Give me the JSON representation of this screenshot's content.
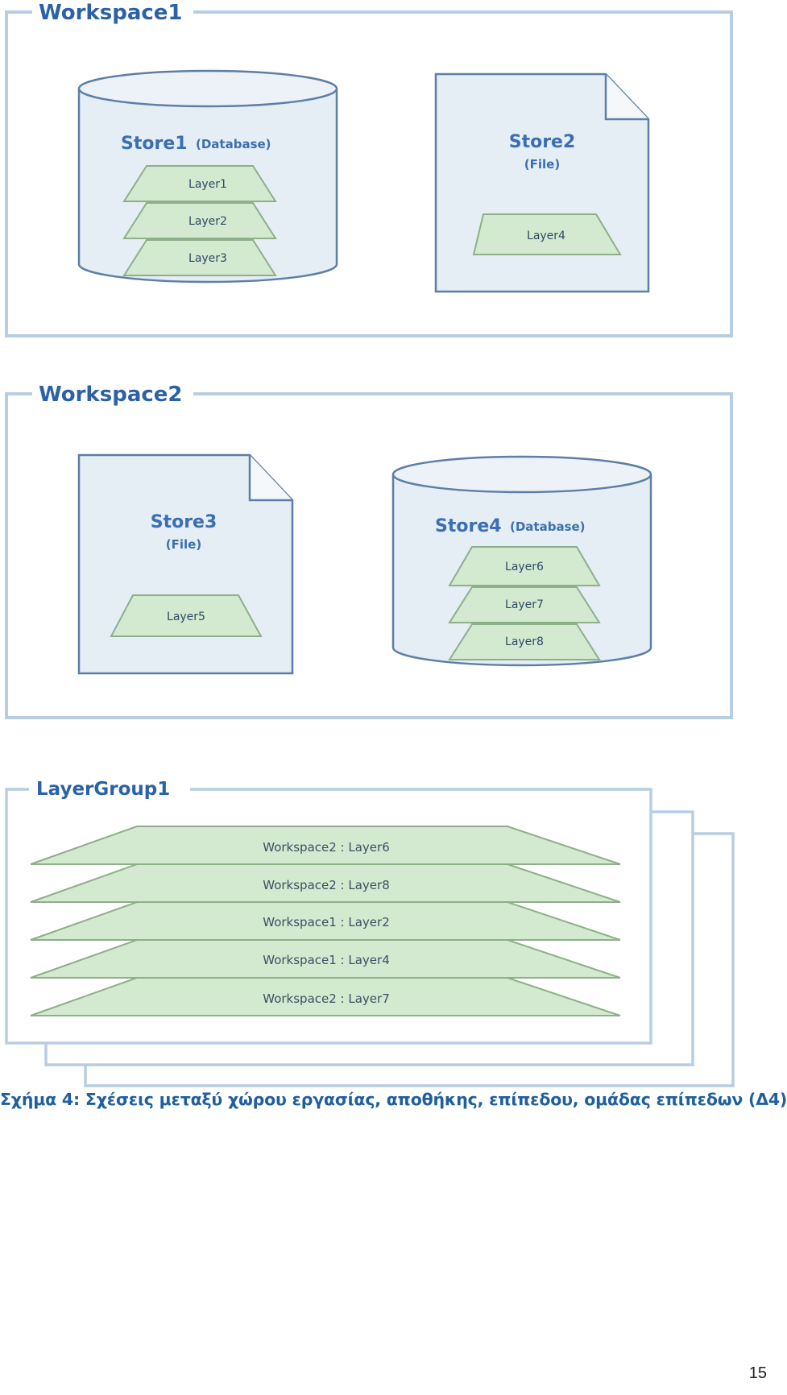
{
  "colors": {
    "frame_stroke": "#b7cde3",
    "title": "#2b62a6",
    "store_fill": "#e5edf5",
    "store_stroke": "#5d7fa6",
    "layer_fill": "#d3ead0",
    "layer_stroke": "#8fae8a",
    "caption": "#1f5f9f"
  },
  "workspaces": [
    {
      "title": "Workspace1",
      "stores": [
        {
          "title": "Store1",
          "subtitle": "(Database)",
          "kind": "database",
          "layers": [
            "Layer1",
            "Layer2",
            "Layer3"
          ]
        },
        {
          "title": "Store2",
          "subtitle": "(File)",
          "kind": "file",
          "layers": [
            "Layer4"
          ]
        }
      ]
    },
    {
      "title": "Workspace2",
      "stores": [
        {
          "title": "Store3",
          "subtitle": "(File)",
          "kind": "file",
          "layers": [
            "Layer5"
          ]
        },
        {
          "title": "Store4",
          "subtitle": "(Database)",
          "kind": "database",
          "layers": [
            "Layer6",
            "Layer7",
            "Layer8"
          ]
        }
      ]
    }
  ],
  "layer_group": {
    "title": "LayerGroup1",
    "layers": [
      "Workspace2 : Layer6",
      "Workspace2 : Layer8",
      "Workspace1 : Layer2",
      "Workspace1 : Layer4",
      "Workspace2 : Layer7"
    ]
  },
  "caption": "Σχήμα 4: Σχέσεις μεταξύ χώρου εργασίας, αποθήκης, επίπεδου, ομάδας επίπεδων (Δ4)",
  "page_number": "15"
}
